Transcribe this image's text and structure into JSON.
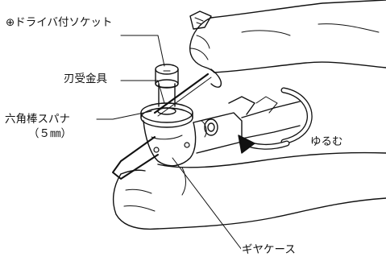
{
  "labels": {
    "socket": "⊕ドライバ付ソケット",
    "blade_receiver": "刃受金具",
    "hex_spanner": "六角棒スパナ",
    "hex_spanner_size": "（５㎜）",
    "loosen": "ゆるむ",
    "gear_case": "ギヤケース"
  },
  "colors": {
    "ink": "#111111",
    "paper": "#ffffff"
  }
}
